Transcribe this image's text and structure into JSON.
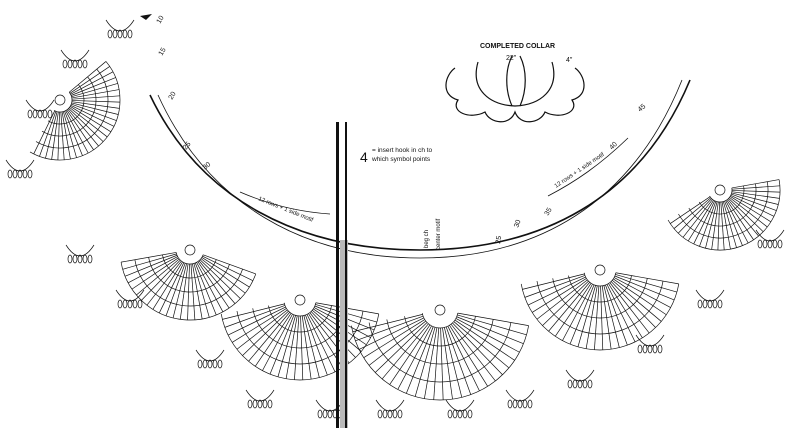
{
  "completed_collar": {
    "title": "COMPLETED COLLAR",
    "circumference": "22\"",
    "depth": "4\""
  },
  "legend": {
    "symbol_number": "4",
    "line1": "= insert hook in ch to",
    "line2": "which symbol points"
  },
  "labels": {
    "rows_left": "12 rows + 1 side motif",
    "rows_right": "12 rows + 1 side motif",
    "beg_ch": "beg ch",
    "center_motif": "center motif"
  },
  "row_markers_left": [
    "10",
    "15",
    "20",
    "25",
    "30"
  ],
  "row_markers_right": [
    "25",
    "30",
    "35",
    "40",
    "45"
  ],
  "colors": {
    "ink": "#111111",
    "paper": "#ffffff",
    "fold_shadow": "#b9b9b9"
  }
}
